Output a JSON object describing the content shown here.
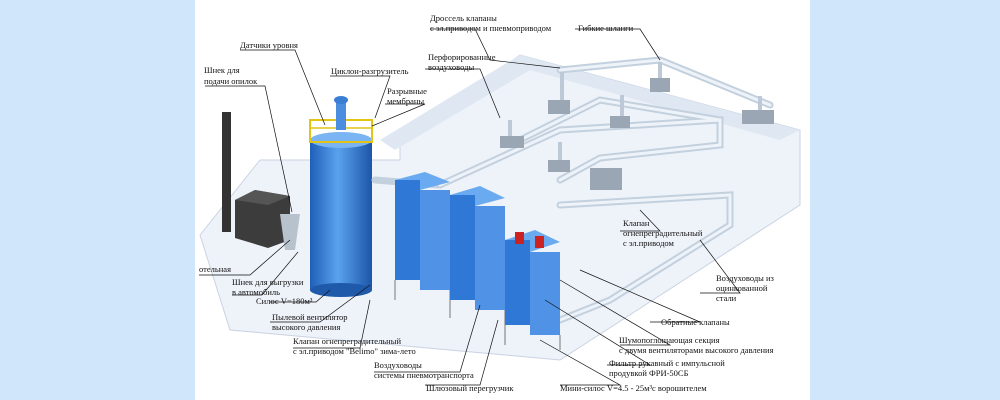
{
  "colors": {
    "background": "#cfe6fb",
    "panel": "#ffffff",
    "floor": "#e9eef7",
    "vessel_blue": "#2f78d6",
    "vessel_light": "#69a9ef",
    "duct": "#d9e3ee",
    "railing": "#f2d21c"
  },
  "labels": {
    "throttle_valves_1": "Дроссель клапаны",
    "throttle_valves_2": "с эл.приводом и пневмоприводом",
    "flexible_hoses": "Гибкие шланги",
    "level_sensors": "Датчики уровня",
    "feed_auger_1": "Шнек для",
    "feed_auger_2": "подачи опилок",
    "cyclone_unloader": "Циклон-разгрузитель",
    "perforated_ducts_1": "Перфорированные",
    "perforated_ducts_2": "воздуховоды",
    "burst_membranes_1": "Разрывные",
    "burst_membranes_2": "мембраны",
    "fire_valve_1": "Клапан",
    "fire_valve_2": "огнепреградительный",
    "fire_valve_3": "с эл.приводом",
    "boiler_room": "отельная",
    "unload_auger_1": "Шнек для выгрузки",
    "unload_auger_2": "в автомобиль",
    "silo": "Силос V=180м³",
    "fan_1": "Пылевой вентилятор",
    "fan_2": "высокого давления",
    "belimo_valve_1": "Клапан огнепреградительный",
    "belimo_valve_2": "с эл.приводом \"Belimo\" зима-лето",
    "transport_ducts_1": "Воздуховоды",
    "transport_ducts_2": "системы пневмотранспорта",
    "airlock": "Шлюзовый перегрузчик",
    "galv_ducts_1": "Воздуховоды из",
    "galv_ducts_2": "оцинкованной",
    "galv_ducts_3": "стали",
    "check_valves": "Обратные клапаны",
    "noise_section_1": "Шумопоглощающая секция",
    "noise_section_2": "с двумя вентиляторами высокого давления",
    "bag_filter_1": "Фильтр рукавный с импульсной",
    "bag_filter_2": "продувкой ФРИ-50СБ",
    "mini_silo": "Мини-силос V=4.5 - 25м³с ворошителем"
  }
}
